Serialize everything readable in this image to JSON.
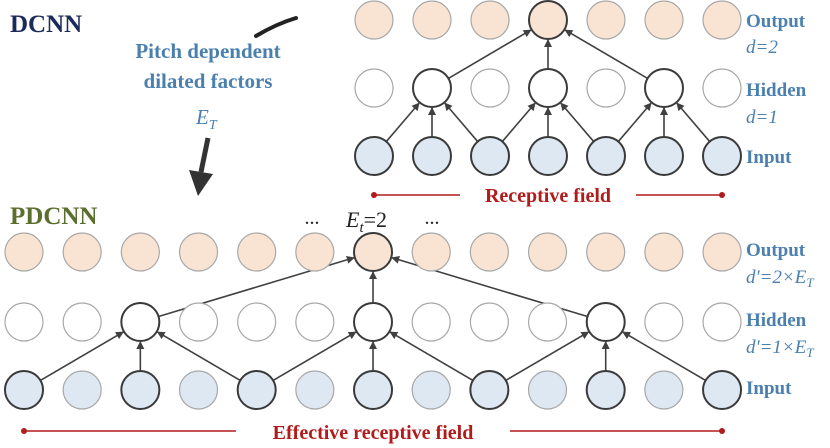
{
  "dcnn": {
    "title": "DCNN",
    "layers": {
      "output": {
        "label": "Output",
        "dilation": "d=2"
      },
      "hidden": {
        "label": "Hidden",
        "dilation": "d=1"
      },
      "input": {
        "label": "Input"
      }
    },
    "receptive_field": "Receptive field"
  },
  "pdcnn": {
    "title": "PDCNN",
    "layers": {
      "output": {
        "label": "Output",
        "dilation": "d'=2×E",
        "dilation_sub": "T"
      },
      "hidden": {
        "label": "Hidden",
        "dilation": "d'=1×E",
        "dilation_sub": "T"
      },
      "input": {
        "label": "Input"
      }
    },
    "effective_receptive_field": "Effective receptive field",
    "ellipsis_left": "...",
    "ellipsis_right": "...",
    "et_label": "E",
    "et_sub": "t",
    "et_value": "=2"
  },
  "pitch_note": {
    "line1": "Pitch dependent",
    "line2": "dilated factors",
    "symbol": "E",
    "symbol_sub": "T"
  },
  "colors": {
    "output_fill": "#f9e4d3",
    "input_fill": "#dde8f3",
    "hidden_fill": "#ffffff",
    "node_stroke_light": "#a8a8a8",
    "node_stroke_dark": "#3a3a3a",
    "edge": "#404040",
    "title_dcnn": "#1a2a5a",
    "title_pdcnn": "#5a6e2e",
    "label_blue": "#4a7fae",
    "field_red": "#b01c1c",
    "black": "#222222"
  }
}
